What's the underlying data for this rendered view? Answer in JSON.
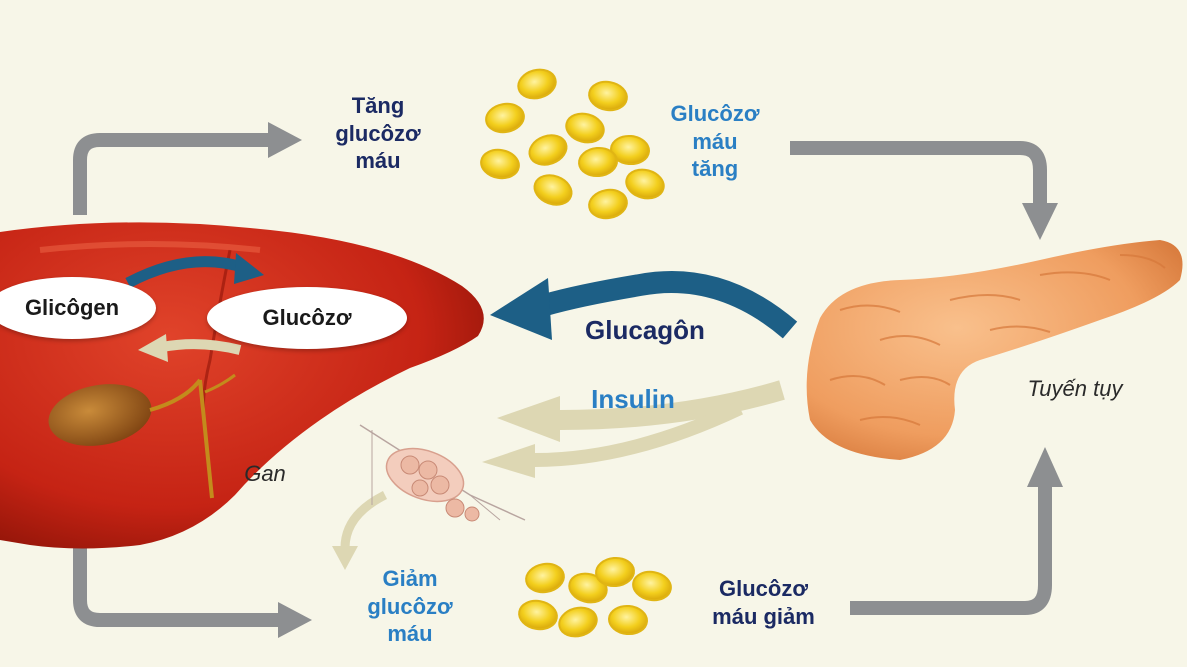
{
  "colors": {
    "background": "#f7f6e8",
    "arrow_gray": "#8d8f91",
    "arrow_glucagon": "#1d5f86",
    "arrow_insulin": "#ddd7b3",
    "liver": "#c52314",
    "pancreas": "#ef9d5f",
    "glucose_granule": "#f3cf1d",
    "text_navy": "#1b2a63",
    "text_blue": "#2a7fc4"
  },
  "liver": {
    "label_glycogen": "Glicôgen",
    "label_glucose": "Glucôzơ",
    "caption": "Gan"
  },
  "top": {
    "increase_line1": "Tăng",
    "increase_line2": "glucôzơ",
    "increase_line3": "máu",
    "high_line1": "Glucôzơ",
    "high_line2": "máu",
    "high_line3": "tăng"
  },
  "middle": {
    "glucagon": "Glucagôn",
    "insulin": "Insulin",
    "pancreas": "Tuyến tụy"
  },
  "bottom": {
    "decrease_line1": "Giảm",
    "decrease_line2": "glucôzơ",
    "decrease_line3": "máu",
    "low_line1": "Glucôzơ",
    "low_line2": "máu giảm"
  },
  "icons": [
    "liver-organ",
    "pancreas-organ",
    "gallbladder",
    "adipose-cells",
    "glucose-granule"
  ]
}
